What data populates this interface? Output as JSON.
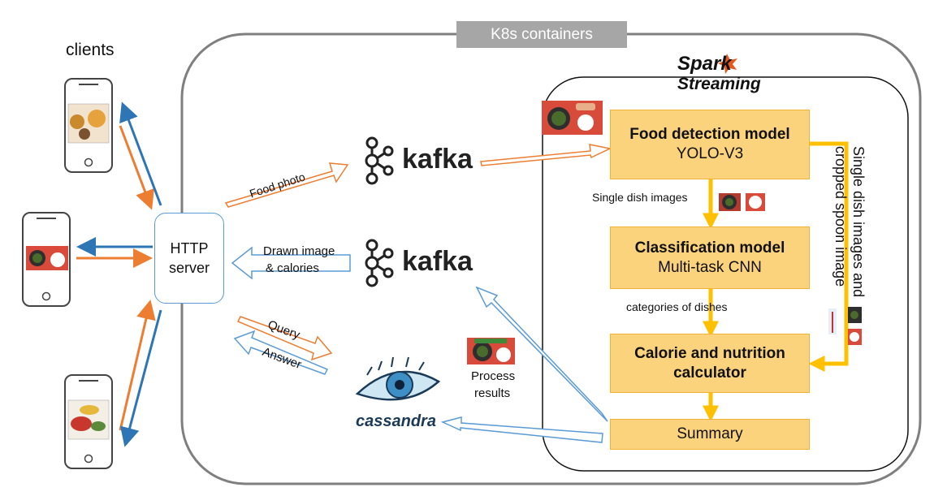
{
  "containers_label": "K8s containers",
  "clients_label": "clients",
  "http_server": {
    "line1": "HTTP",
    "line2": "server"
  },
  "spark_logo": {
    "word1": "Spark",
    "word2": "Streaming"
  },
  "kafka_label": "kafka",
  "cassandra_label": "cassandra",
  "pipeline": {
    "detection": {
      "title": "Food detection model",
      "subtitle": "YOLO-V3"
    },
    "classification": {
      "title": "Classification model",
      "subtitle": "Multi-task CNN"
    },
    "calculator": {
      "title": "Calorie and nutrition calculator"
    },
    "summary": {
      "title": "Summary"
    }
  },
  "flow_labels": {
    "food_photo": "Food photo",
    "drawn_image_line1": "Drawn image",
    "drawn_image_line2": "& calories",
    "query": "Query",
    "answer": "Answer",
    "single_dish_images": "Single dish images",
    "categories_of_dishes": "categories of dishes",
    "process_results_line1": "Process",
    "process_results_line2": "results",
    "side_label_line1": "Single dish images and",
    "side_label_line2": "cropped spoon image"
  },
  "colors": {
    "blue": "#2e75b6",
    "orange": "#ed7d31",
    "yellow": "#ffc000",
    "box_fill": "#fcd37d",
    "outline_blue": "#5b9bd5"
  }
}
